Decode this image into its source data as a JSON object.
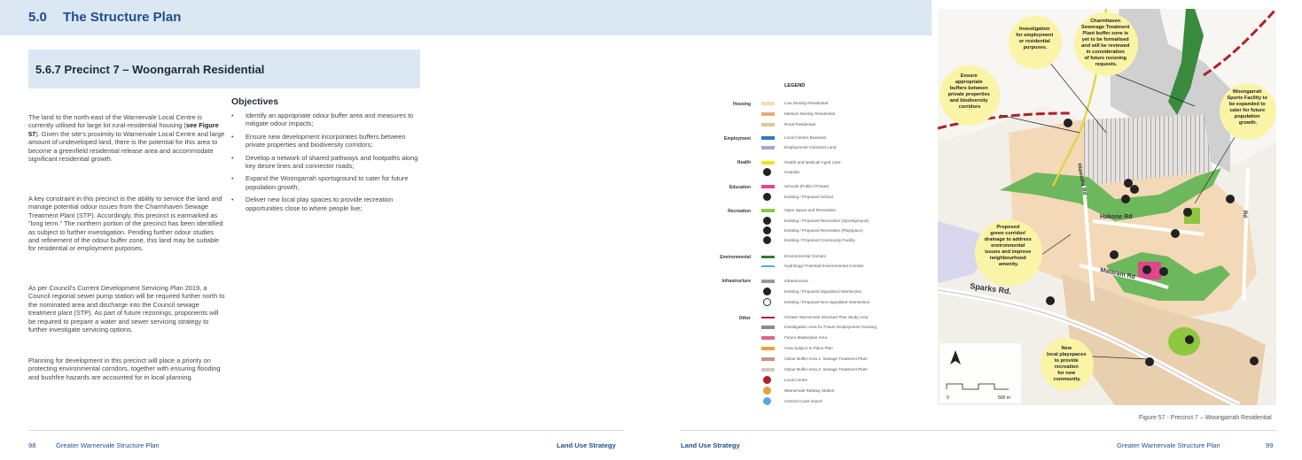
{
  "header": {
    "section_number": "5.0",
    "section_title": "The Structure Plan"
  },
  "subsection": {
    "title": "5.6.7 Precinct 7 – Woongarrah Residential"
  },
  "paragraphs": {
    "p1_a": "The land to the north-east of the Warnervale Local Centre is currently utilised for large lot rural-residential housing (",
    "p1_ref": "see Figure 57",
    "p1_b": "). Given the site's proximity to Warnervale Local Centre and large amount of undeveloped land, there is the potential for this area to become a greenfield residential release area and accommodate significant residential growth.",
    "p2": "A key constraint in this precinct is the ability to service the land and manage potential odour issues from the Charmhaven Sewage Treatment Plant (STP). Accordingly, this precinct is earmarked as \"long term.\" The northern portion of the precinct has been identified as subject to further investigation. Pending further odour studies and refinement of the odour buffer zone, this land may be suitable for residential or employment purposes.",
    "p3": "As per Council's Current Development Servicing Plan 2019, a Council regional sewer pump station will be required further north to the nominated area and discharge into the Council sewage treatment plant (STP). As part of future rezonings, proponents will be required to prepare a water and sewer servicing strategy to further investigate servicing options.",
    "p4": "Planning for development in this precinct will place a priority on protecting environmental corridors, together with ensuring flooding and bushfire hazards are accounted for in local planning."
  },
  "objectives": {
    "heading": "Objectives",
    "items": [
      "Identify an appropriate odour buffer area and measures to mitigate odour impacts;",
      "Ensure new development incorporates buffers between private properties and biodiversity corridors;",
      "Develop a network of shared pathways and footpaths along key desire lines and connector roads;",
      "Expand the Woongarrah sportsground to cater for future population growth;",
      "Deliver new local play spaces to provide recreation opportunities close to where people live;"
    ]
  },
  "footer_left": {
    "page": "98",
    "doc": "Greater Warnervale Structure Plan",
    "section": "Land Use Strategy"
  },
  "footer_right": {
    "section": "Land Use Strategy",
    "doc": "Greater Warnervale Structure Plan",
    "page": "99"
  },
  "legend": {
    "title": "LEGEND",
    "categories": {
      "housing": "Housing",
      "employment": "Employment",
      "health": "Health",
      "education": "Education",
      "recreation": "Recreation",
      "environmental": "Environmental",
      "infrastructure": "Infrastructure",
      "other": "Other"
    },
    "labels": {
      "low_density": "Low Density Residential",
      "medium_density": "Medium Density Residential",
      "rural": "Rural Residential",
      "local_centre": "Local Centre/ Business",
      "employment_land": "Employment/ Industrial Land",
      "health_care": "Health and Medical/ Aged Care",
      "hospital": "Hospital",
      "schools": "Schools (Public/ Private)",
      "existing_school": "Existing / Proposed School",
      "open_space": "Open Space and Recreation",
      "sportsground": "Existing / Proposed Recreation (Sportsground)",
      "playspace": "Existing / Proposed Recreation (Playspace)",
      "community": "Existing / Proposed Community Facility",
      "env_corridor": "Environmental Corridor",
      "hydrology": "Hydrology/ Potential Environmental Corridor",
      "infrastructure": "Infrastructure",
      "signalised": "Existing / Proposed Signalised Intersection",
      "non_signalised": "Existing / Proposed Non-signalised Intersection",
      "study_area": "Greater Warnervale Structure Plan Study Area",
      "investigation": "Investigation Area for Future Employment/ Housing",
      "masterplan": "Future Masterplan Area",
      "place_plan": "Area Subject to Place Plan",
      "odour1": "Odour Buffer Area 1: Sewage Treatment Plant",
      "odour2": "Odour Buffer Area 2: Sewage Treatment Plant",
      "local_centre_pin": "Local Centre",
      "railway": "Warnervale Railway Station",
      "airport": "Central Coast Airport"
    },
    "colors": {
      "low_density": "#f3d9b8",
      "medium_density": "#e9a77a",
      "rural": "#e8c4a0",
      "local_centre": "#2e7bc4",
      "employment_land": "#b99fd3",
      "health": "#f4e11e",
      "schools": "#e0468c",
      "open_space": "#8dc63f",
      "env_corridor": "#2f7d32",
      "hydrology": "#5aa9d6",
      "infrastructure": "#9a9a9a",
      "study_area": "#b0202a",
      "investigation": "#8a8a8a",
      "masterplan": "#d36b8b",
      "place_plan": "#e8a23a",
      "odour1": "#b89a8a",
      "odour2": "#d8c8c0"
    }
  },
  "map": {
    "callouts": {
      "investigation": "Investigation for employment or residential purposes.",
      "charmhaven": "Charmhaven Sewerage Treatment Plant buffer zone is yet to be formalised and will be reviewed in consideration of future rezoning requests.",
      "ensure": "Ensure appropriate buffers between private properties and biodiversity corridors",
      "woongarrah": "Woongarrah Sports Facility to be expanded to cater for future population growth.",
      "proposed": "Proposed green corridor/ drainage to address environmental issues and improve neighbourhood amenity.",
      "newplay": "New local playspaces to provide recreation for new community."
    },
    "roads": {
      "hakone": "Hakone Rd",
      "mataram": "Mataram Rd",
      "sparks": "Sparks Rd.",
      "hiawatha": "Hiawatha Rd",
      "east": "Rd"
    },
    "scale": {
      "zero": "0",
      "end": "500 m"
    },
    "caption": "Figure 57 - Precinct 7 – Woongarrah Residential"
  }
}
